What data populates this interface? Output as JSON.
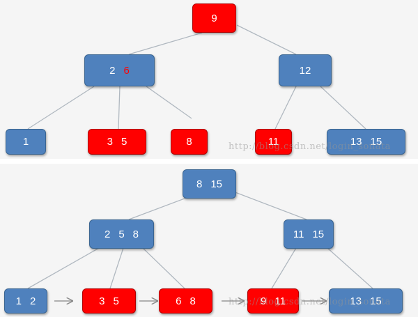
{
  "top_tree": {
    "root": {
      "keys": [
        "9"
      ],
      "color": "red"
    },
    "left": {
      "keys": [
        "2",
        "6"
      ],
      "color": "blue",
      "highlight_key": "6"
    },
    "right": {
      "keys": [
        "12"
      ],
      "color": "blue"
    },
    "leaves": [
      {
        "keys": [
          "1"
        ],
        "color": "blue"
      },
      {
        "keys": [
          "3",
          "5"
        ],
        "color": "red"
      },
      {
        "keys": [
          "8"
        ],
        "color": "red"
      },
      {
        "keys": [
          "11"
        ],
        "color": "red"
      },
      {
        "keys": [
          "13",
          "15"
        ],
        "color": "blue"
      }
    ]
  },
  "bottom_tree": {
    "root": {
      "keys": [
        "8",
        "15"
      ],
      "color": "blue"
    },
    "left": {
      "keys": [
        "2",
        "5",
        "8"
      ],
      "color": "blue"
    },
    "right": {
      "keys": [
        "11",
        "15"
      ],
      "color": "blue"
    },
    "leaves": [
      {
        "keys": [
          "1",
          "2"
        ],
        "color": "blue"
      },
      {
        "keys": [
          "3",
          "5"
        ],
        "color": "red"
      },
      {
        "keys": [
          "6",
          "8"
        ],
        "color": "red"
      },
      {
        "keys": [
          "9",
          "11"
        ],
        "color": "red"
      },
      {
        "keys": [
          "13",
          "15"
        ],
        "color": "blue"
      }
    ]
  },
  "watermark": "http://blog.csdn.net/login_sonata",
  "colors": {
    "blue": "#4f81bd",
    "red": "#ff0000",
    "line": "#b0b8c0",
    "arrow": "#888888"
  }
}
